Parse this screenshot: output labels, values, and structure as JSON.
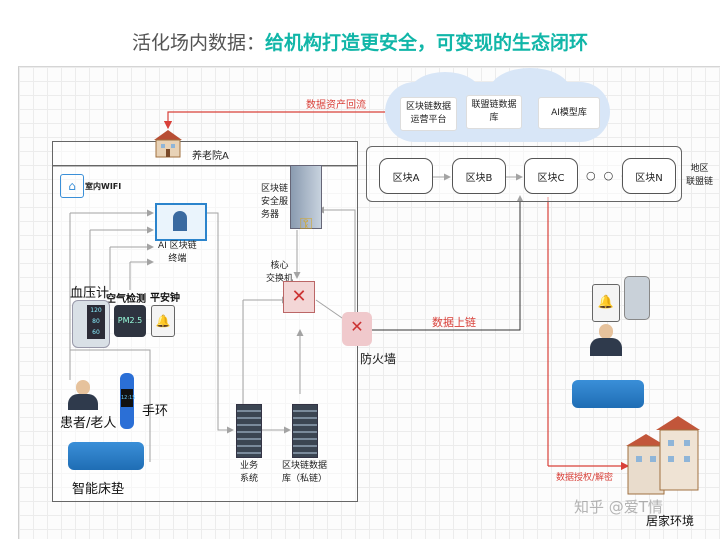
{
  "title": {
    "part1": "活化场内数据：",
    "part2": "给机构打造更安全，可变现的生态闭环"
  },
  "cloud": {
    "items": [
      "区块链数据\n运营平台",
      "联盟链数据\n库",
      "AI模型库"
    ]
  },
  "asset_return": "数据资产回流",
  "nursing_home": "养老院A",
  "indoor_wifi": "室内WIFI",
  "ai_terminal": "AI 区块链\n终端",
  "blood_pressure": "血压计",
  "air_monitor": "空气检测",
  "safety_bell": "平安钟",
  "pm25": "PM2.5",
  "bp_display": "120\n80\n60",
  "band_display": "12:15",
  "patient": "患者/老人",
  "wristband": "手环",
  "smart_mattress": "智能床垫",
  "bc_server": "区块链\n安全服\n务器",
  "core_switch": "核心\n交换机",
  "firewall": "防火墙",
  "business_system": "业务\n系统",
  "bc_db": "区块链数据\n库（私链）",
  "blocks": [
    "区块A",
    "区块B",
    "区块C",
    "区块N"
  ],
  "region_chain": "地区\n联盟链",
  "data_upload": "数据上链",
  "data_auth": "数据授权/解密",
  "home_env": "居家环境",
  "watermark": "知乎 @爱T情",
  "colors": {
    "accent": "#11b6a8",
    "red": "#d9413a",
    "bed": "#3a8fd8"
  }
}
